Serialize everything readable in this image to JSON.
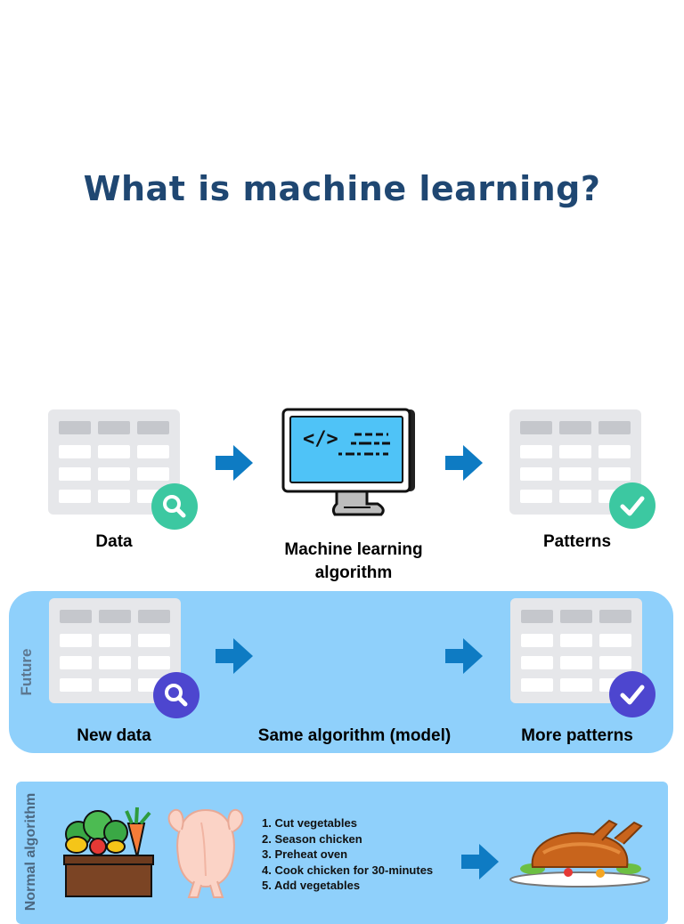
{
  "title": "What is machine learning?",
  "top_row": {
    "input_label": "Data",
    "algorithm_label_line1": "Machine learning",
    "algorithm_label_line2": "algorithm",
    "output_label": "Patterns"
  },
  "future_row": {
    "tag": "Future",
    "input_label": "New data",
    "algorithm_label": "Same algorithm (model)",
    "output_label": "More patterns"
  },
  "normal_row": {
    "tag": "Normal algorithm",
    "steps": [
      "1. Cut vegetables",
      "2. Season chicken",
      "3. Preheat oven",
      "4. Cook chicken for 30-minutes",
      "5. Add vegetables"
    ]
  },
  "icons": {
    "search": "magnifier-icon",
    "check": "checkmark-icon",
    "arrow": "right-arrow-icon",
    "computer": "computer-code-icon",
    "vegetables": "vegetable-basket-icon",
    "chicken_raw": "raw-chicken-icon",
    "chicken_cooked": "roast-chicken-icon"
  },
  "colors": {
    "title": "#1f4772",
    "arrow": "#0e7bc3",
    "panel": "#8fd0fb",
    "search_top": "#3cc8a1",
    "check_top": "#3cc8a1",
    "search_future": "#4d46cf",
    "check_future": "#4d46cf"
  }
}
